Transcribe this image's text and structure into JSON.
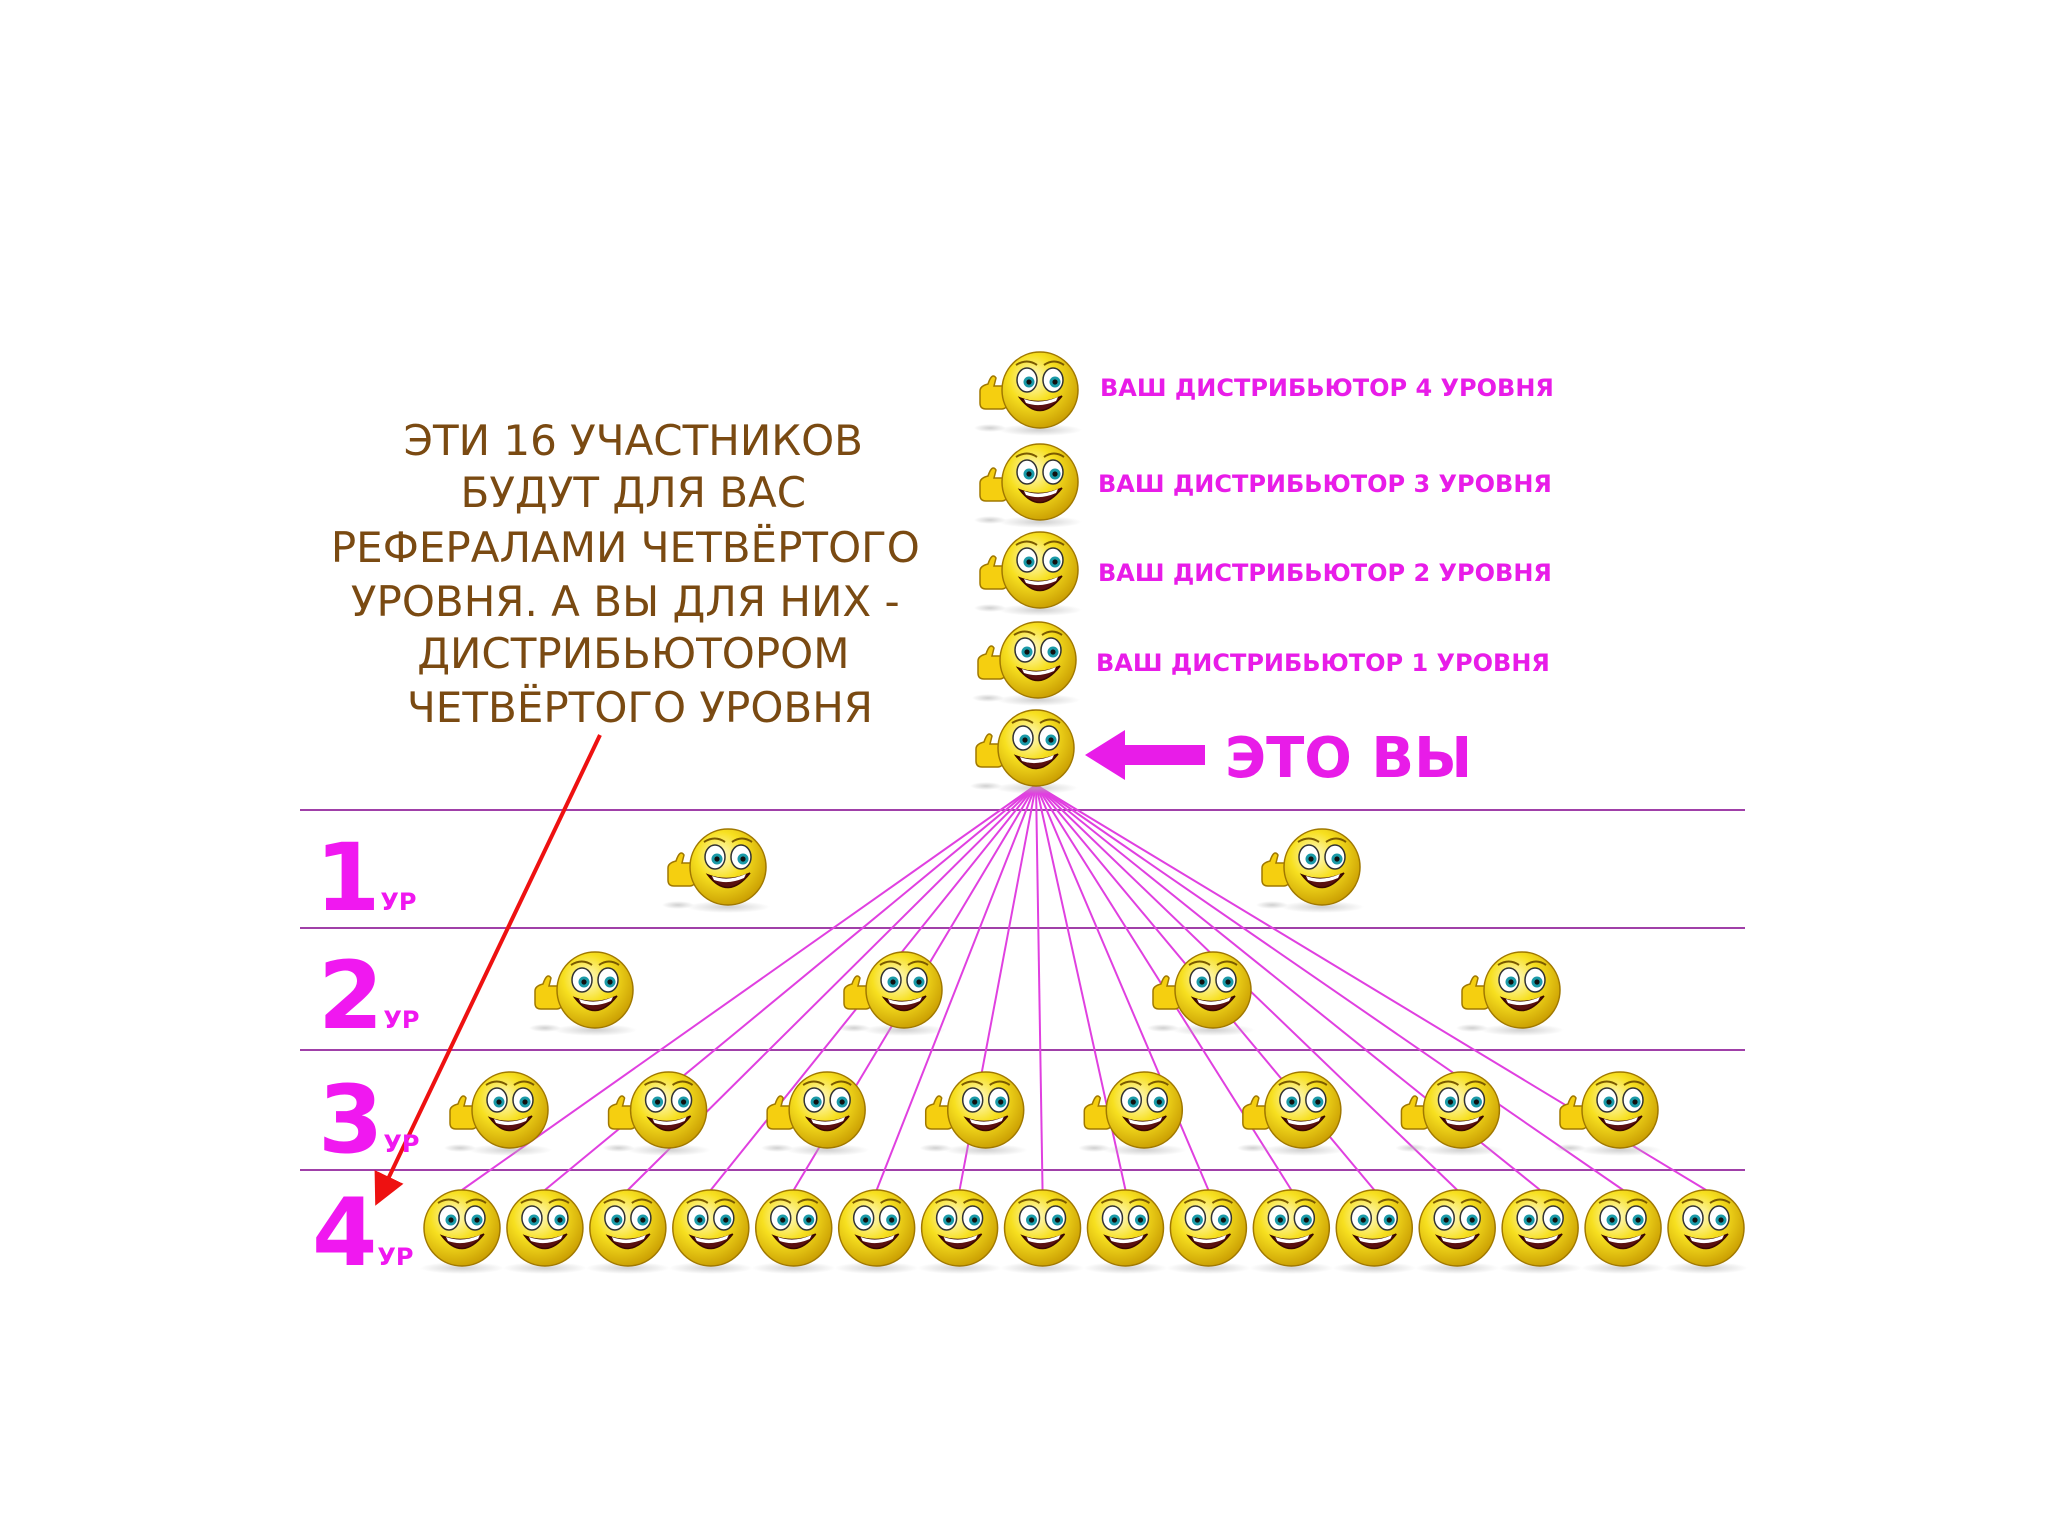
{
  "annotation": {
    "lines": [
      "ЭТИ 16 УЧАСТНИКОВ",
      "БУДУТ ДЛЯ ВАС",
      "РЕФЕРАЛАМИ ЧЕТВЁРТОГО",
      "УРОВНЯ. А ВЫ ДЛЯ НИХ -",
      "ДИСТРИБЬЮТОРОМ",
      "ЧЕТВЁРТОГО УРОВНЯ"
    ]
  },
  "distributors": [
    "ВАШ ДИСТРИБЬЮТОР 4 УРОВНЯ",
    "ВАШ ДИСТРИБЬЮТОР 3 УРОВНЯ",
    "ВАШ ДИСТРИБЬЮТОР 2 УРОВНЯ",
    "ВАШ ДИСТРИБЬЮТОР 1 УРОВНЯ"
  ],
  "you_label": "ЭТО ВЫ",
  "levels": [
    {
      "num": "1",
      "unit": "УР",
      "count": 2
    },
    {
      "num": "2",
      "unit": "УР",
      "count": 4
    },
    {
      "num": "3",
      "unit": "УР",
      "count": 8
    },
    {
      "num": "4",
      "unit": "УР",
      "count": 16
    }
  ],
  "colors": {
    "magenta": "#e81ce8",
    "line": "#e040e0",
    "divider": "#a040a8",
    "arrow": "#ee1111",
    "text": "#7a4a12",
    "smiley": "#f2d000"
  },
  "icons": [
    "smiley-thumbs-up-icon",
    "smiley-icon",
    "arrow-left-icon",
    "arrow-down-icon"
  ]
}
